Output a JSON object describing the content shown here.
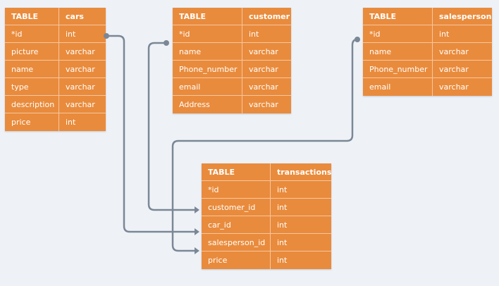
{
  "tables": [
    {
      "key": "cars",
      "header": [
        "TABLE",
        "cars"
      ],
      "rows": [
        [
          "*id",
          "int"
        ],
        [
          "picture",
          "varchar"
        ],
        [
          "name",
          "varchar"
        ],
        [
          "type",
          "varchar"
        ],
        [
          "description",
          "varchar"
        ],
        [
          "price",
          "int"
        ]
      ]
    },
    {
      "key": "customer",
      "header": [
        "TABLE",
        "customer"
      ],
      "rows": [
        [
          "*id",
          "int"
        ],
        [
          "name",
          "varchar"
        ],
        [
          "Phone_number",
          "varchar"
        ],
        [
          "email",
          "varchar"
        ],
        [
          "Address",
          "varchar"
        ]
      ]
    },
    {
      "key": "salesperson",
      "header": [
        "TABLE",
        "salesperson"
      ],
      "rows": [
        [
          "*id",
          "int"
        ],
        [
          "name",
          "varchar"
        ],
        [
          "Phone_number",
          "varchar"
        ],
        [
          "email",
          "varchar"
        ]
      ]
    },
    {
      "key": "transactions",
      "header": [
        "TABLE",
        "transactions"
      ],
      "rows": [
        [
          "*id",
          "int"
        ],
        [
          "customer_id",
          "int"
        ],
        [
          "car_id",
          "int"
        ],
        [
          "salesperson_id",
          "int"
        ],
        [
          "price",
          "int"
        ]
      ]
    }
  ],
  "relations": [
    {
      "from": "cars.id",
      "to": "transactions.car_id"
    },
    {
      "from": "customer.id",
      "to": "transactions.customer_id"
    },
    {
      "from": "salesperson.id",
      "to": "transactions.salesperson_id"
    }
  ],
  "colors": {
    "background": "#eef2f7",
    "cell_fill": "#e98b3c",
    "cell_border": "#f6c79f",
    "text": "#ffffff",
    "connector": "#7b8796"
  }
}
